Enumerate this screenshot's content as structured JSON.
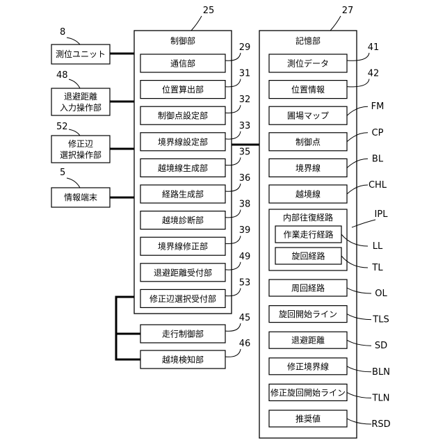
{
  "external": {
    "positioning_unit": {
      "ref": "8",
      "label": "測位ユニット"
    },
    "retreat_input": {
      "ref": "48",
      "line1": "退避距離",
      "line2": "入力操作部"
    },
    "edge_select_input": {
      "ref": "52",
      "line1": "修正辺",
      "line2": "選択操作部"
    },
    "info_terminal": {
      "ref": "5",
      "label": "情報端末"
    }
  },
  "control": {
    "ref": "25",
    "title": "制御部",
    "items": [
      {
        "ref": "29",
        "label": "通信部"
      },
      {
        "ref": "31",
        "label": "位置算出部"
      },
      {
        "ref": "32",
        "label": "制御点設定部"
      },
      {
        "ref": "33",
        "label": "境界線設定部"
      },
      {
        "ref": "35",
        "label": "越境線生成部"
      },
      {
        "ref": "36",
        "label": "経路生成部"
      },
      {
        "ref": "38",
        "label": "越境診断部"
      },
      {
        "ref": "39",
        "label": "境界線修正部"
      },
      {
        "ref": "49",
        "label": "退避距離受付部"
      },
      {
        "ref": "53",
        "label": "修正辺選択受付部"
      }
    ]
  },
  "lower": [
    {
      "ref": "45",
      "label": "走行制御部"
    },
    {
      "ref": "46",
      "label": "越境検知部"
    }
  ],
  "storage": {
    "ref": "27",
    "title": "記憶部",
    "items": [
      {
        "ref": "41",
        "label": "測位データ"
      },
      {
        "ref": "42",
        "label": "位置情報"
      },
      {
        "ref": "FM",
        "label": "圃場マップ"
      },
      {
        "ref": "CP",
        "label": "制御点"
      },
      {
        "ref": "BL",
        "label": "境界線"
      },
      {
        "ref": "CHL",
        "label": "越境線"
      }
    ],
    "group": {
      "ref": "IPL",
      "title": "内部往復経路",
      "items": [
        {
          "ref": "LL",
          "label": "作業走行経路"
        },
        {
          "ref": "TL",
          "label": "旋回経路"
        }
      ]
    },
    "items_after": [
      {
        "ref": "OL",
        "label": "周回経路"
      },
      {
        "ref": "TLS",
        "label": "旋回開始ライン"
      },
      {
        "ref": "SD",
        "label": "退避距離"
      },
      {
        "ref": "BLN",
        "label": "修正境界線"
      },
      {
        "ref": "TLN",
        "label": "修正旋回開始ライン"
      },
      {
        "ref": "RSD",
        "label": "推奨値"
      }
    ]
  }
}
